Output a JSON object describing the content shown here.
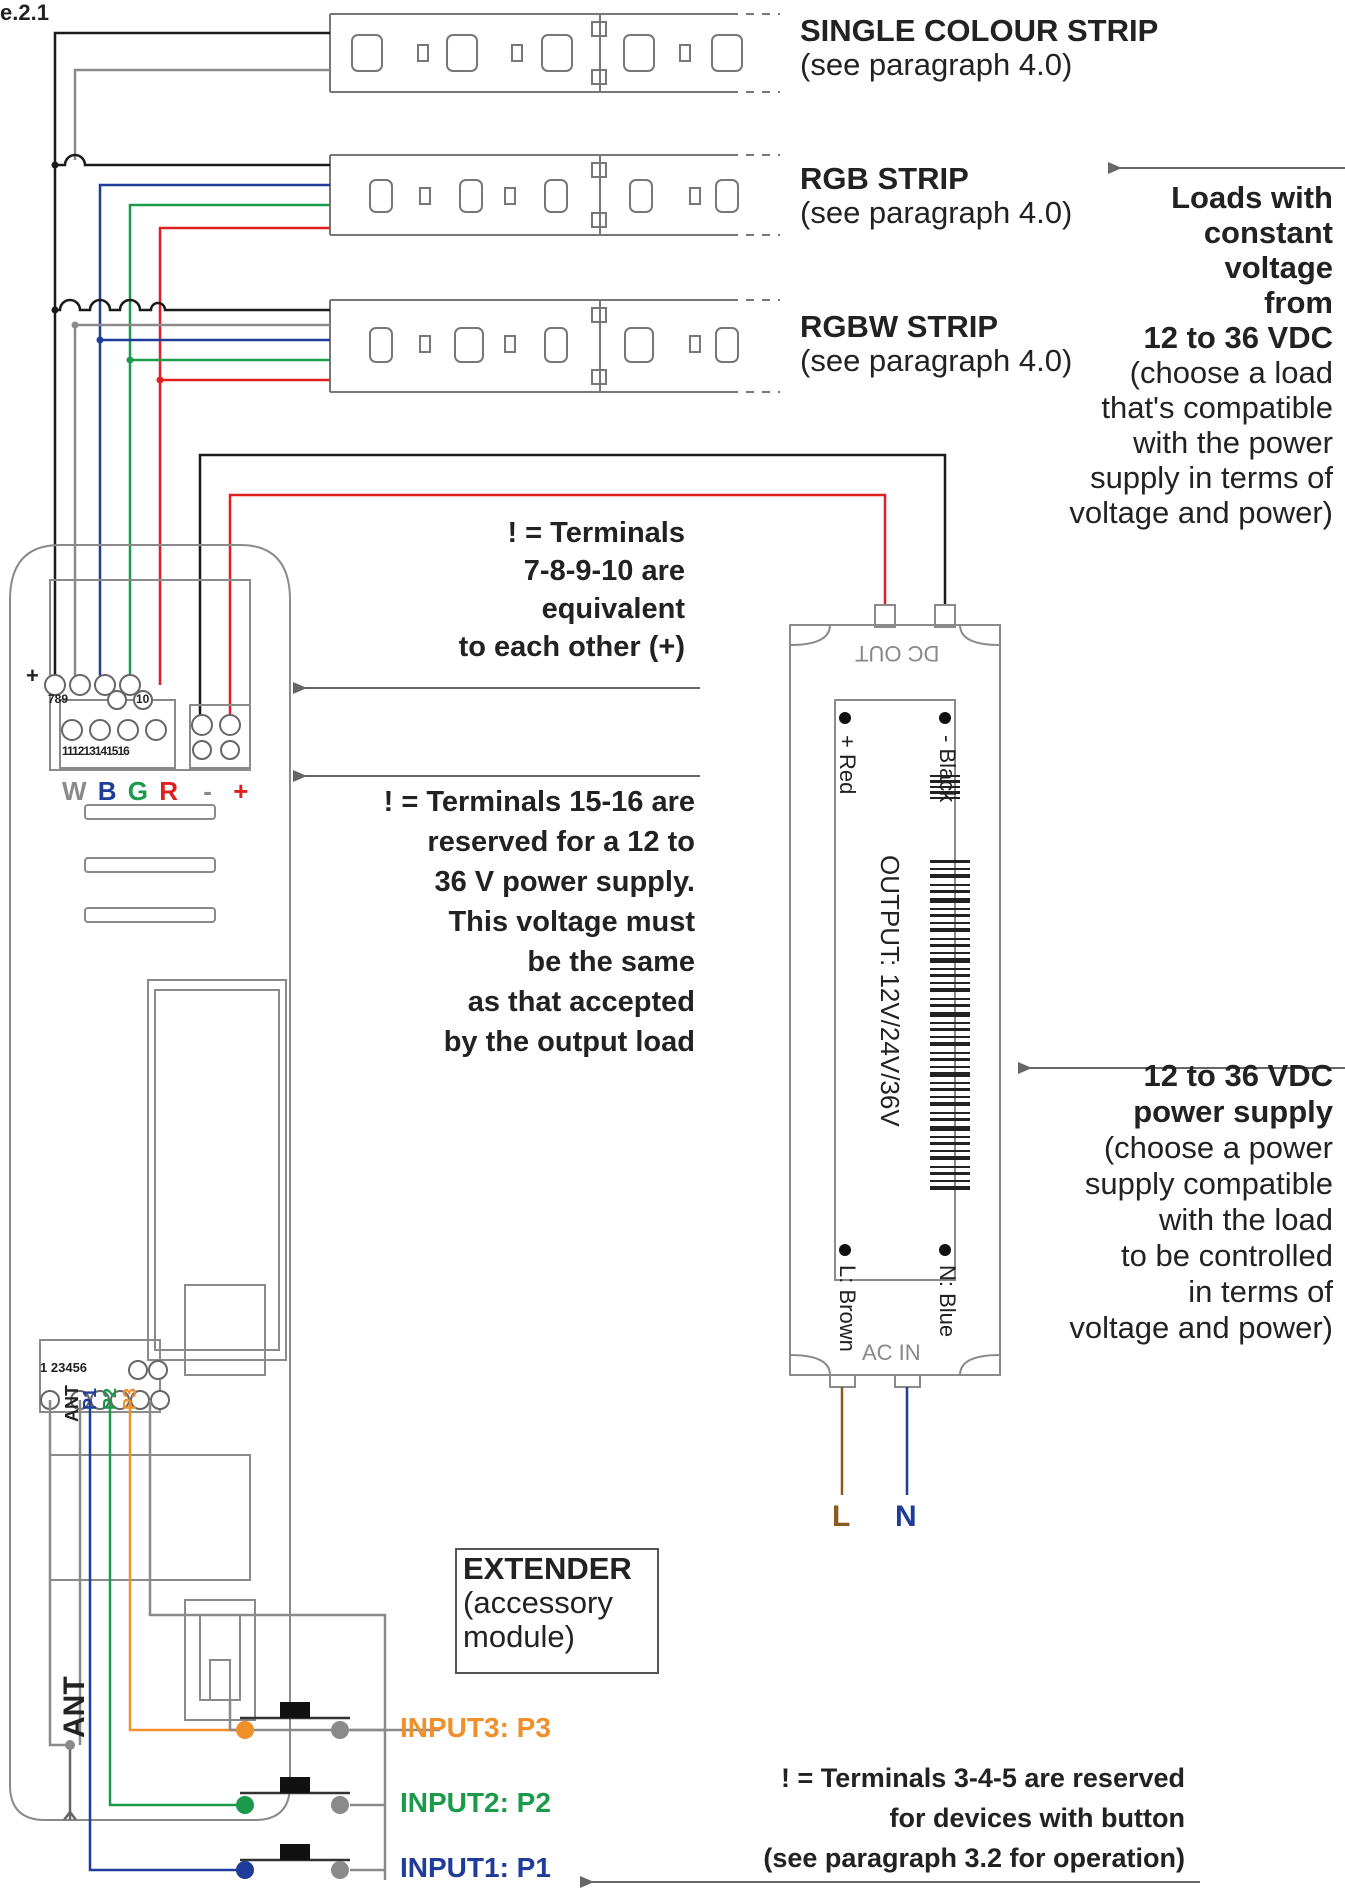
{
  "figure": {
    "label": "e.2.1"
  },
  "strips": {
    "single": {
      "title": "SINGLE COLOUR STRIP",
      "ref": "(see paragraph 4.0)"
    },
    "rgb": {
      "title": "RGB STRIP",
      "ref": "(see paragraph 4.0)"
    },
    "rgbw": {
      "title": "RGBW STRIP",
      "ref": "(see paragraph 4.0)"
    }
  },
  "loads_note": {
    "bold": [
      "Loads with",
      "constant",
      "voltage",
      "from",
      "12 to 36 VDC"
    ],
    "normal": [
      "(choose a load",
      "that's compatible",
      "with the power",
      "supply in terms of",
      "voltage and power)"
    ]
  },
  "terminals_note_1": [
    "! = Terminals",
    "7-8-9-10 are",
    "equivalent",
    "to each other (+)"
  ],
  "terminals_note_2": [
    "! = Terminals 15-16 are",
    "reserved for a 12 to",
    "36 V power supply.",
    "This voltage must",
    "be the same",
    "as that accepted",
    "by the output load"
  ],
  "psu_note": {
    "bold": [
      "12 to 36 VDC",
      "power supply"
    ],
    "normal": [
      "(choose a power",
      "supply compatible",
      "with the load",
      "to be controlled",
      "in terms of",
      "voltage and power)"
    ]
  },
  "controller": {
    "plus": "+",
    "top_terminal_nums": [
      "789",
      "10"
    ],
    "bottom_terminal_nums": [
      "11",
      "12",
      "13",
      "14",
      "15",
      "16"
    ],
    "channel_letters": {
      "w": "W",
      "b": "B",
      "g": "G",
      "r": "R",
      "minus": "-",
      "plus": "+"
    },
    "bottom_nums": [
      "1",
      "2",
      "3",
      "4",
      "5",
      "6"
    ],
    "bottom_labels": {
      "ant": "ANT",
      "p1": "P1",
      "p2": "P2",
      "p3": "P3"
    }
  },
  "power_supply": {
    "dc_out": "DC OUT",
    "ac_in": "AC IN",
    "red": "+ Red",
    "black": "- Black",
    "output": "OUTPUT: 12V/24V/36V",
    "brown": "L: Brown",
    "blue": "N: Blue",
    "l": "L",
    "n": "N"
  },
  "extender": {
    "title": "EXTENDER",
    "lines": [
      "(accessory",
      "module)"
    ]
  },
  "ant_label": "ANT",
  "inputs": {
    "p3": "INPUT3: P3",
    "p2": "INPUT2: P2",
    "p1": "INPUT1: P1"
  },
  "button_note": [
    "! = Terminals 3-4-5 are reserved",
    "for devices with button",
    "(see paragraph 3.2 for operation)"
  ],
  "colors": {
    "wire_black": "#1a1a1a",
    "wire_grey": "#8a8a8a",
    "wire_blue": "#1f3c9a",
    "wire_green": "#1a9a4a",
    "wire_red": "#e02020",
    "wire_orange": "#f0902a",
    "wire_brown": "#8a5a20",
    "outline": "#777777"
  }
}
